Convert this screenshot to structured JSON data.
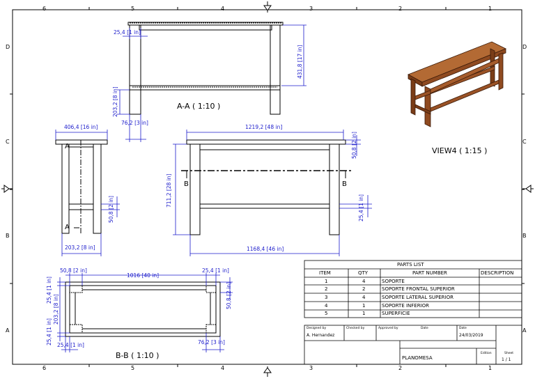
{
  "sheet": {
    "zones_top": [
      "6",
      "5",
      "4",
      "3",
      "2",
      "1"
    ],
    "zones_bottom": [
      "6",
      "5",
      "4",
      "3",
      "2",
      "1"
    ],
    "zones_left": [
      "D",
      "C",
      "B",
      "A"
    ],
    "zones_right": [
      "D",
      "C",
      "B",
      "A"
    ]
  },
  "views": {
    "aa_label": "A-A ( 1:10 )",
    "view4_label": "VIEW4 ( 1:15 )",
    "bb_label": "B-B ( 1:10 )",
    "section_a_top": "A",
    "section_a_bottom": "A",
    "section_b_left": "B",
    "section_b_right": "B"
  },
  "dimensions": {
    "aa_top": "25,4 [1 in]",
    "aa_height": "431,8 [17 in]",
    "aa_low": "203,2 [8 in]",
    "aa_foot": "76,2 [3 in]",
    "side_width": "406,4 [16 in]",
    "side_right": "50,8 [2 in]",
    "side_bottom": "203,2 [8 in]",
    "front_width": "1219,2 [48 in]",
    "front_top": "50,8 [2 in]",
    "front_height": "711,2 [28 in]",
    "front_rail": "25,4 [1 in]",
    "front_inner": "1168,4 [46 in]",
    "bb_left_top": "50,8 [2 in]",
    "bb_length": "1016 [40 in]",
    "bb_right_top": "25,4 [1 in]",
    "bb_left_v1": "25,4 [1 in]",
    "bb_left_v2": "203,2 [8 in]",
    "bb_left_v3": "25,4 [1 in]",
    "bb_right_v": "50,8 [2 in]",
    "bb_bottom_left": "25,4 [1 in]",
    "bb_bottom_right": "76,2 [3 in]"
  },
  "parts_list": {
    "title": "PARTS LIST",
    "headers": [
      "ITEM",
      "QTY",
      "PART NUMBER",
      "DESCRIPTION"
    ],
    "rows": [
      [
        "1",
        "4",
        "SOPORTE",
        ""
      ],
      [
        "2",
        "2",
        "SOPORTE FRONTAL SUPERIOR",
        ""
      ],
      [
        "3",
        "4",
        "SOPORTE LATERAL SUPERIOR",
        ""
      ],
      [
        "4",
        "1",
        "SOPORTE INFERIOR",
        ""
      ],
      [
        "5",
        "1",
        "SUPERFICIE",
        ""
      ]
    ]
  },
  "title_block": {
    "designed_by_label": "Designed by",
    "checked_by_label": "Checked by",
    "approved_by_label": "Approved by",
    "date_label_1": "Date",
    "date_label_2": "Date",
    "designed_by": "A. Hernandez",
    "date": "24/03/2019",
    "title": "PLANOMESA",
    "edition_label": "Edition",
    "sheet_label": "Sheet",
    "sheet": "1 / 1"
  },
  "colors": {
    "dimension": "#1a1acb",
    "line": "#000000",
    "wood": "#8b4a22"
  }
}
